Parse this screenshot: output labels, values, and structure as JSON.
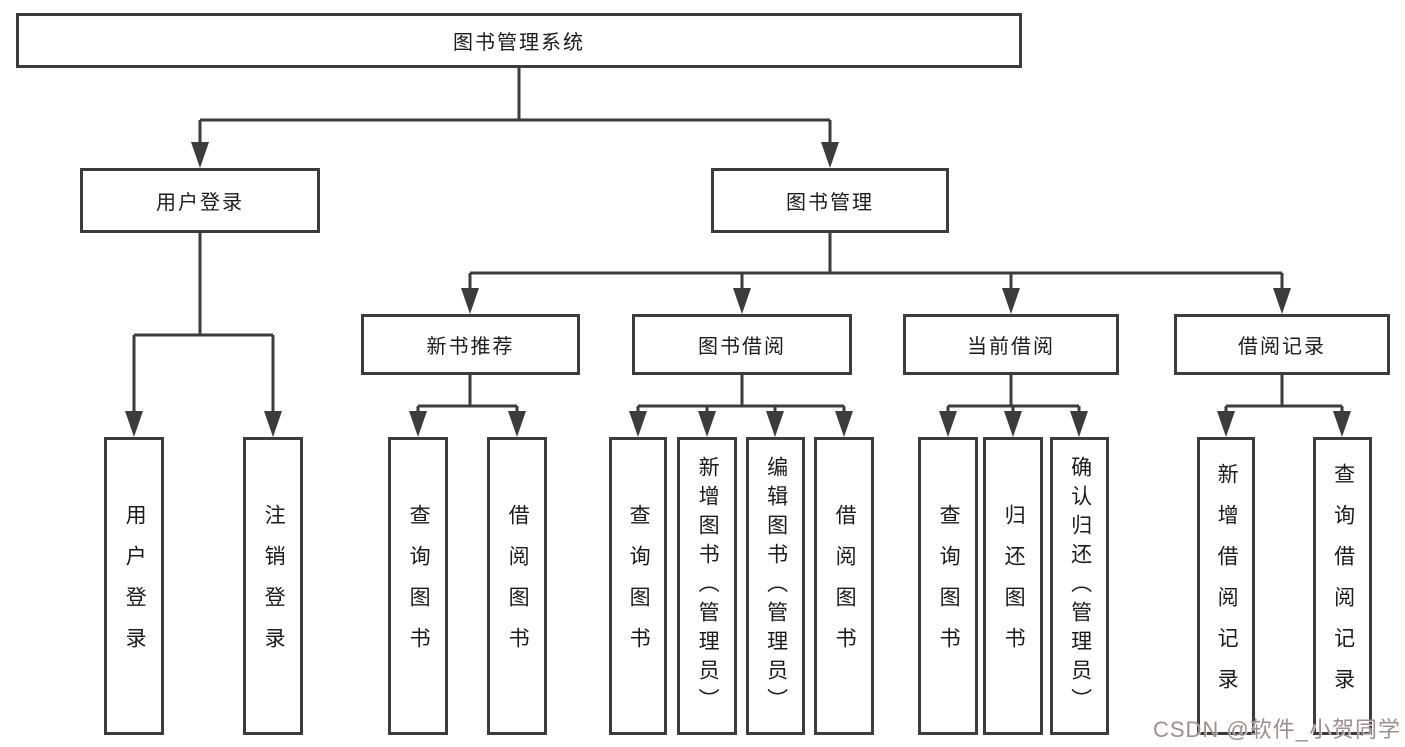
{
  "diagram": {
    "root": {
      "label": "图书管理系统"
    },
    "branches": [
      {
        "label": "用户登录",
        "children": [
          {
            "label": "用户登录"
          },
          {
            "label": "注销登录"
          }
        ]
      },
      {
        "label": "图书管理",
        "children": [
          {
            "label": "新书推荐",
            "children": [
              {
                "label": "查询图书"
              },
              {
                "label": "借阅图书"
              }
            ]
          },
          {
            "label": "图书借阅",
            "children": [
              {
                "label": "查询图书"
              },
              {
                "label": "新增图书（管理员）"
              },
              {
                "label": "编辑图书（管理员）"
              },
              {
                "label": "借阅图书"
              }
            ]
          },
          {
            "label": "当前借阅",
            "children": [
              {
                "label": "查询图书"
              },
              {
                "label": "归还图书"
              },
              {
                "label": "确认归还（管理员）"
              }
            ]
          },
          {
            "label": "借阅记录",
            "children": [
              {
                "label": "新增借阅记录"
              },
              {
                "label": "查询借阅记录"
              }
            ]
          }
        ]
      }
    ]
  },
  "watermark": {
    "text": "CSDN @软件_小贺同学"
  },
  "colors": {
    "line": "#3c3c3c",
    "text": "#1b1b1b",
    "background": "#ffffff",
    "watermark": "#a08d8d"
  }
}
